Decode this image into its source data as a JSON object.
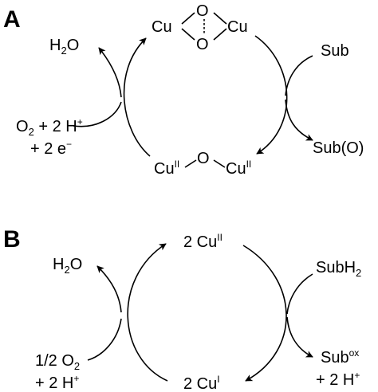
{
  "colors": {
    "ink": "#000000",
    "background": "#ffffff"
  },
  "panel_a": {
    "label": "A",
    "cu": "Cu",
    "o": "O",
    "h": "H",
    "h2o_sub": "2",
    "h2o_o": "O",
    "sub": "Sub",
    "sub_o": "Sub(O)",
    "o2_o": "O",
    "o2_sub": "2",
    "o2_rest": " + 2 H",
    "plus": "+",
    "electrons": "+ 2 e",
    "minus": "−",
    "cu_ox": "II"
  },
  "panel_b": {
    "label": "B",
    "top_pre": "2 Cu",
    "top_ox": "II",
    "bottom_pre": "2 Cu",
    "bottom_ox": "I",
    "h": "H",
    "h2o_sub": "2",
    "h2o_o": "O",
    "subh": "SubH",
    "subh_sub": "2",
    "sub_ox_base": "Sub",
    "sub_ox_sup": "ox",
    "plus_2h": "+ 2 H",
    "plus": "+",
    "half_o2": "1/2 O",
    "half_o2_sub": "2",
    "plus_2h_left": "+ 2 H"
  }
}
